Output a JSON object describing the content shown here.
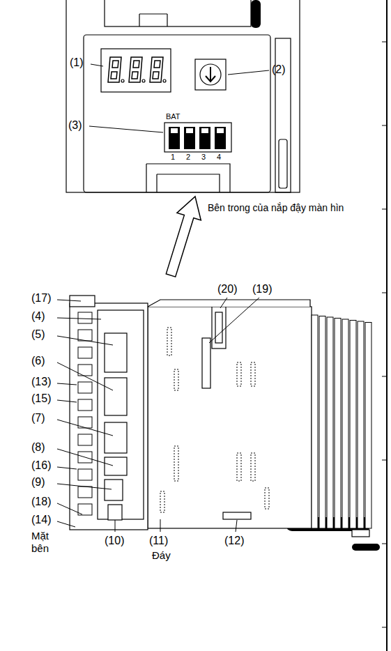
{
  "diagram": {
    "labels": [
      "(1)",
      "(2)",
      "(3)",
      "BAT",
      "1",
      "2",
      "3",
      "4",
      "Bên trong của nắp đậy màn hìn",
      "(20)",
      "(19)",
      "(17)",
      "(4)",
      "(5)",
      "(6)",
      "(13)",
      "(15)",
      "(7)",
      "(8)",
      "(16)",
      "(9)",
      "(18)",
      "(14)",
      "Mặt bên",
      "(10)",
      "(11)",
      "Đáy",
      "(12)"
    ]
  }
}
